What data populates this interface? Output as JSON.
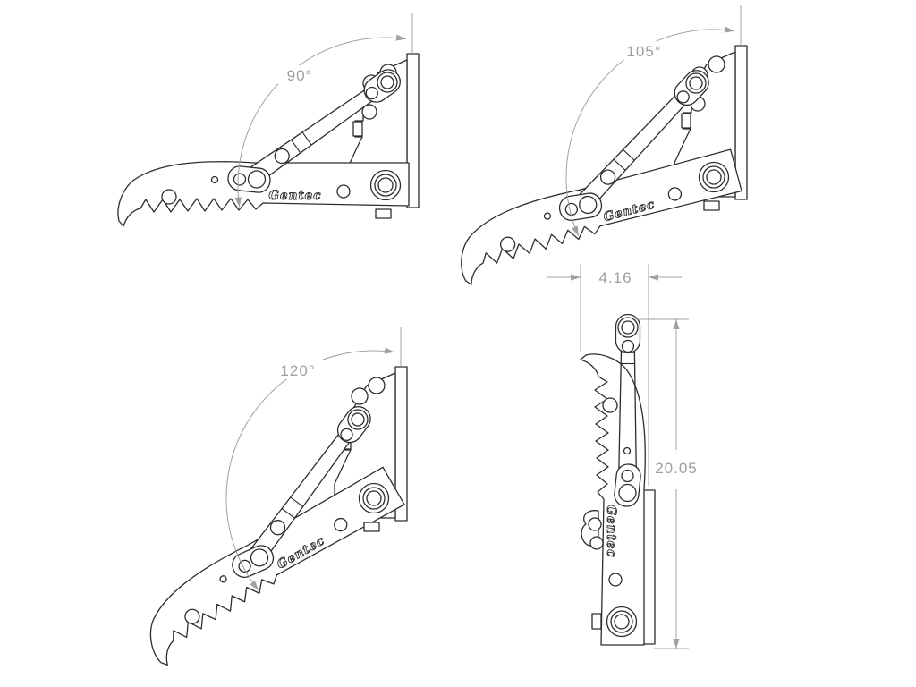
{
  "drawing": {
    "brand": "Gentec",
    "views": [
      {
        "id": "view-90",
        "angle_label": "90°"
      },
      {
        "id": "view-105",
        "angle_label": "105°"
      },
      {
        "id": "view-120",
        "angle_label": "120°"
      },
      {
        "id": "view-folded",
        "width_label": "4.16",
        "height_label": "20.05"
      }
    ]
  },
  "colors": {
    "line": "#2d2d2d",
    "dim": "#a0a0a0",
    "background": "#ffffff"
  }
}
